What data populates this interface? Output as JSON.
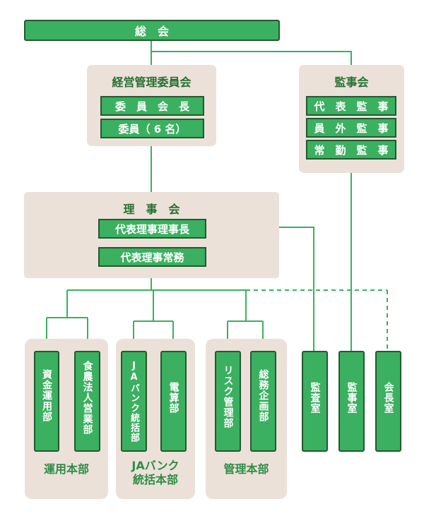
{
  "general_meeting": "総　会",
  "management_committee": {
    "title": "経営管理委員会",
    "items": [
      "委　員　会　長",
      "委員（ 6 名）"
    ]
  },
  "audit_board": {
    "title": "監事会",
    "items": [
      "代　表　監　事",
      "員　外　監　事",
      "常　勤　監　事"
    ]
  },
  "board": {
    "title": "理　事　会",
    "items": [
      "代表理事理事長",
      "代表理事常務"
    ]
  },
  "departments": {
    "d1": "資金運用部",
    "d2": "食農法人営業部",
    "d3": "JAバンク統括部",
    "d4": "電算部",
    "d5": "リスク管理部",
    "d6": "総務企画部",
    "d7": "監査室",
    "d8": "監事室",
    "d9": "会長室"
  },
  "groups": {
    "g1": "運用本部",
    "g2": "JAバンク\n統括本部",
    "g3": "管理本部"
  },
  "colors": {
    "box_fill": "#3ab060",
    "box_border": "#24592f",
    "panel": "#ebe1d9",
    "line": "#3ab060",
    "title_text": "#26702f"
  }
}
